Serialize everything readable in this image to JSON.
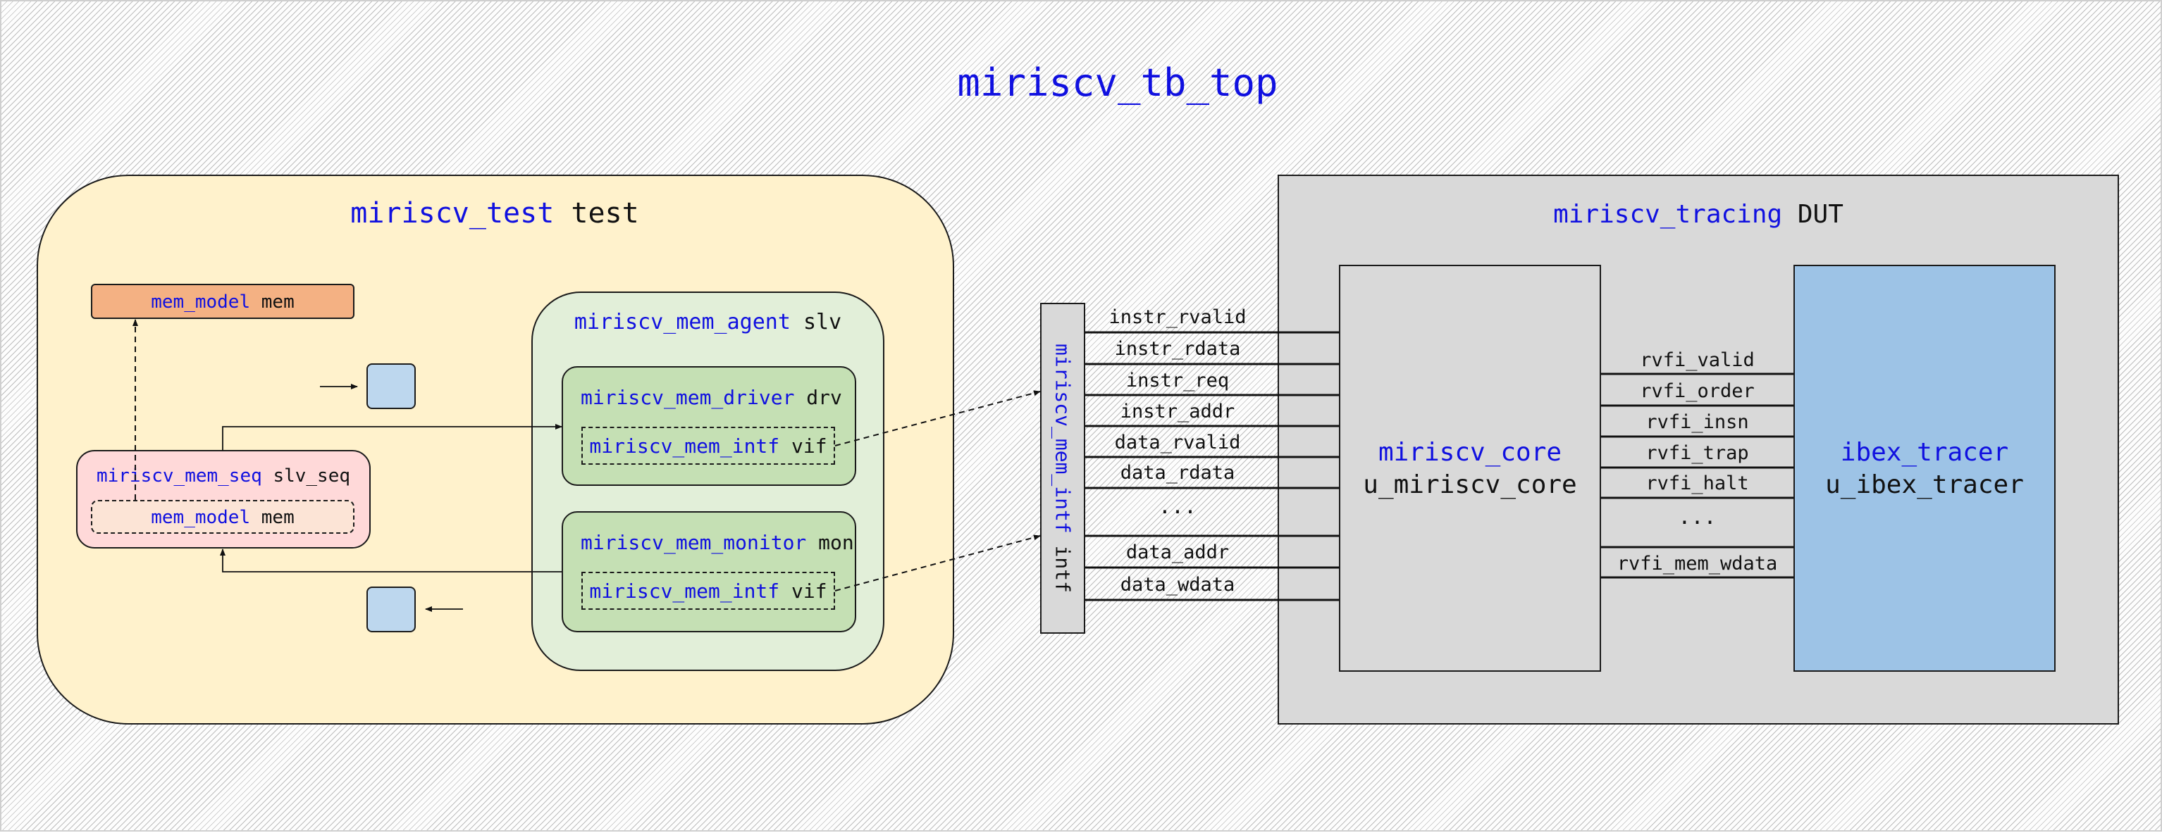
{
  "title": "miriscv_tb_top",
  "test": {
    "cls": "miriscv_test",
    "inst": "test"
  },
  "mem_model": {
    "cls": "mem_model",
    "inst": "mem"
  },
  "seq": {
    "cls": "miriscv_mem_seq",
    "inst": "slv_seq"
  },
  "seq_mem": {
    "cls": "mem_model",
    "inst": "mem"
  },
  "agent": {
    "cls": "miriscv_mem_agent",
    "inst": "slv"
  },
  "driver": {
    "cls": "miriscv_mem_driver",
    "inst": "drv"
  },
  "driver_vif": {
    "cls": "miriscv_mem_intf",
    "inst": "vif"
  },
  "monitor": {
    "cls": "miriscv_mem_monitor",
    "inst": "mon"
  },
  "monitor_vif": {
    "cls": "miriscv_mem_intf",
    "inst": "vif"
  },
  "intf": {
    "cls": "miriscv_mem_intf",
    "inst": "intf"
  },
  "dut": {
    "cls": "miriscv_tracing",
    "inst": "DUT"
  },
  "core": {
    "cls": "miriscv_core",
    "inst": "u_miriscv_core"
  },
  "tracer": {
    "cls": "ibex_tracer",
    "inst": "u_ibex_tracer"
  },
  "mem_signals": [
    "instr_rvalid",
    "instr_rdata",
    "instr_req",
    "instr_addr",
    "data_rvalid",
    "data_rdata",
    "...",
    "data_addr",
    "data_wdata"
  ],
  "rvfi_signals": [
    "rvfi_valid",
    "rvfi_order",
    "rvfi_insn",
    "rvfi_trap",
    "rvfi_halt",
    "...",
    "rvfi_mem_wdata"
  ],
  "colors": {
    "class_text": "#1010e0",
    "test_fill": "#fff2cc",
    "agent_fill": "#e2efd9",
    "component_fill": "#c5e0b4",
    "mem_model_fill": "#f4b183",
    "seq_fill": "#ffd9d9",
    "seq_mem_fill": "#fce4d6",
    "small_box_fill": "#bdd7ee",
    "dut_fill": "#d9d9d9",
    "tracer_fill": "#9dc3e6"
  }
}
